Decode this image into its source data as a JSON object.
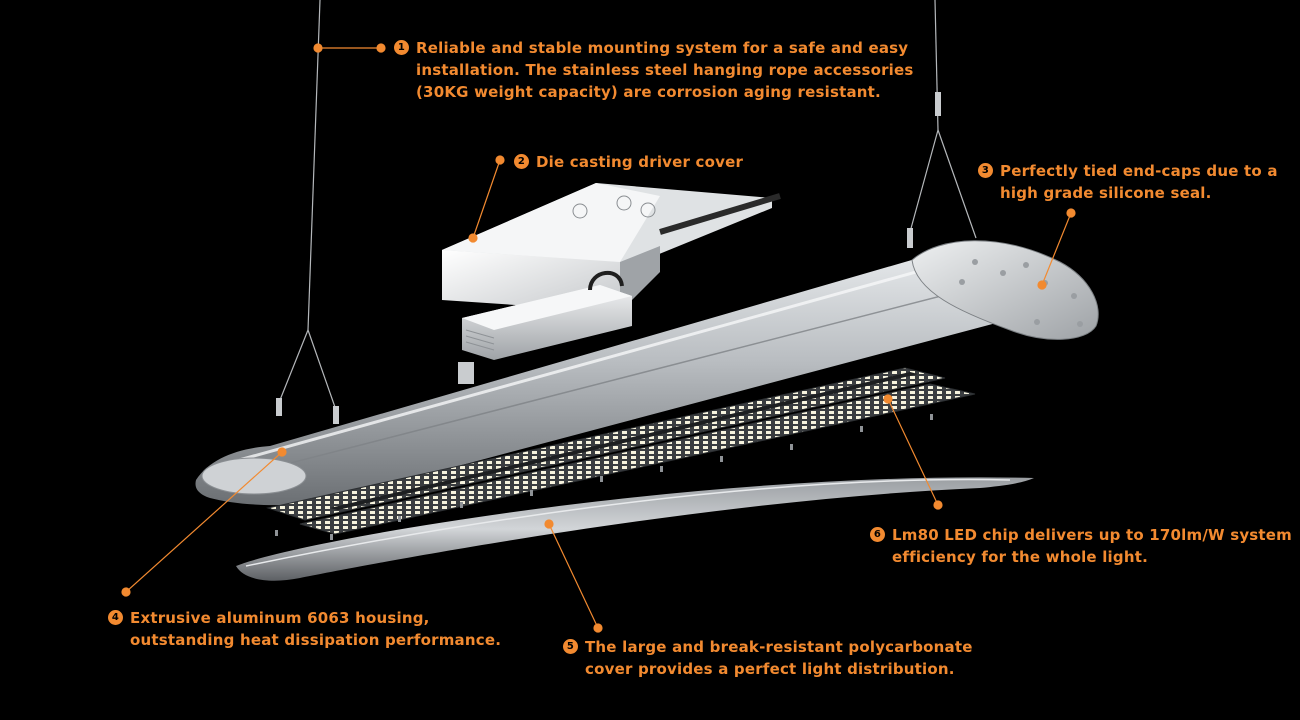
{
  "accent_color": "#f28a30",
  "background_color": "#000000",
  "callouts": [
    {
      "number": "1",
      "lines": [
        "Reliable and stable mounting system for a safe and easy",
        "installation. The stainless steel hanging rope accessories",
        "(30KG weight capacity) are corrosion aging resistant."
      ]
    },
    {
      "number": "2",
      "lines": [
        "Die casting driver cover"
      ]
    },
    {
      "number": "3",
      "lines": [
        "Perfectly tied end-caps due to a",
        "high grade silicone seal."
      ]
    },
    {
      "number": "4",
      "lines": [
        "Extrusive aluminum 6063 housing,",
        "outstanding heat dissipation performance."
      ]
    },
    {
      "number": "5",
      "lines": [
        "The large and break-resistant polycarbonate",
        "cover provides a perfect light distribution."
      ]
    },
    {
      "number": "6",
      "lines": [
        "Lm80 LED chip delivers up to 170lm/W system",
        "efficiency for the whole light."
      ]
    }
  ]
}
